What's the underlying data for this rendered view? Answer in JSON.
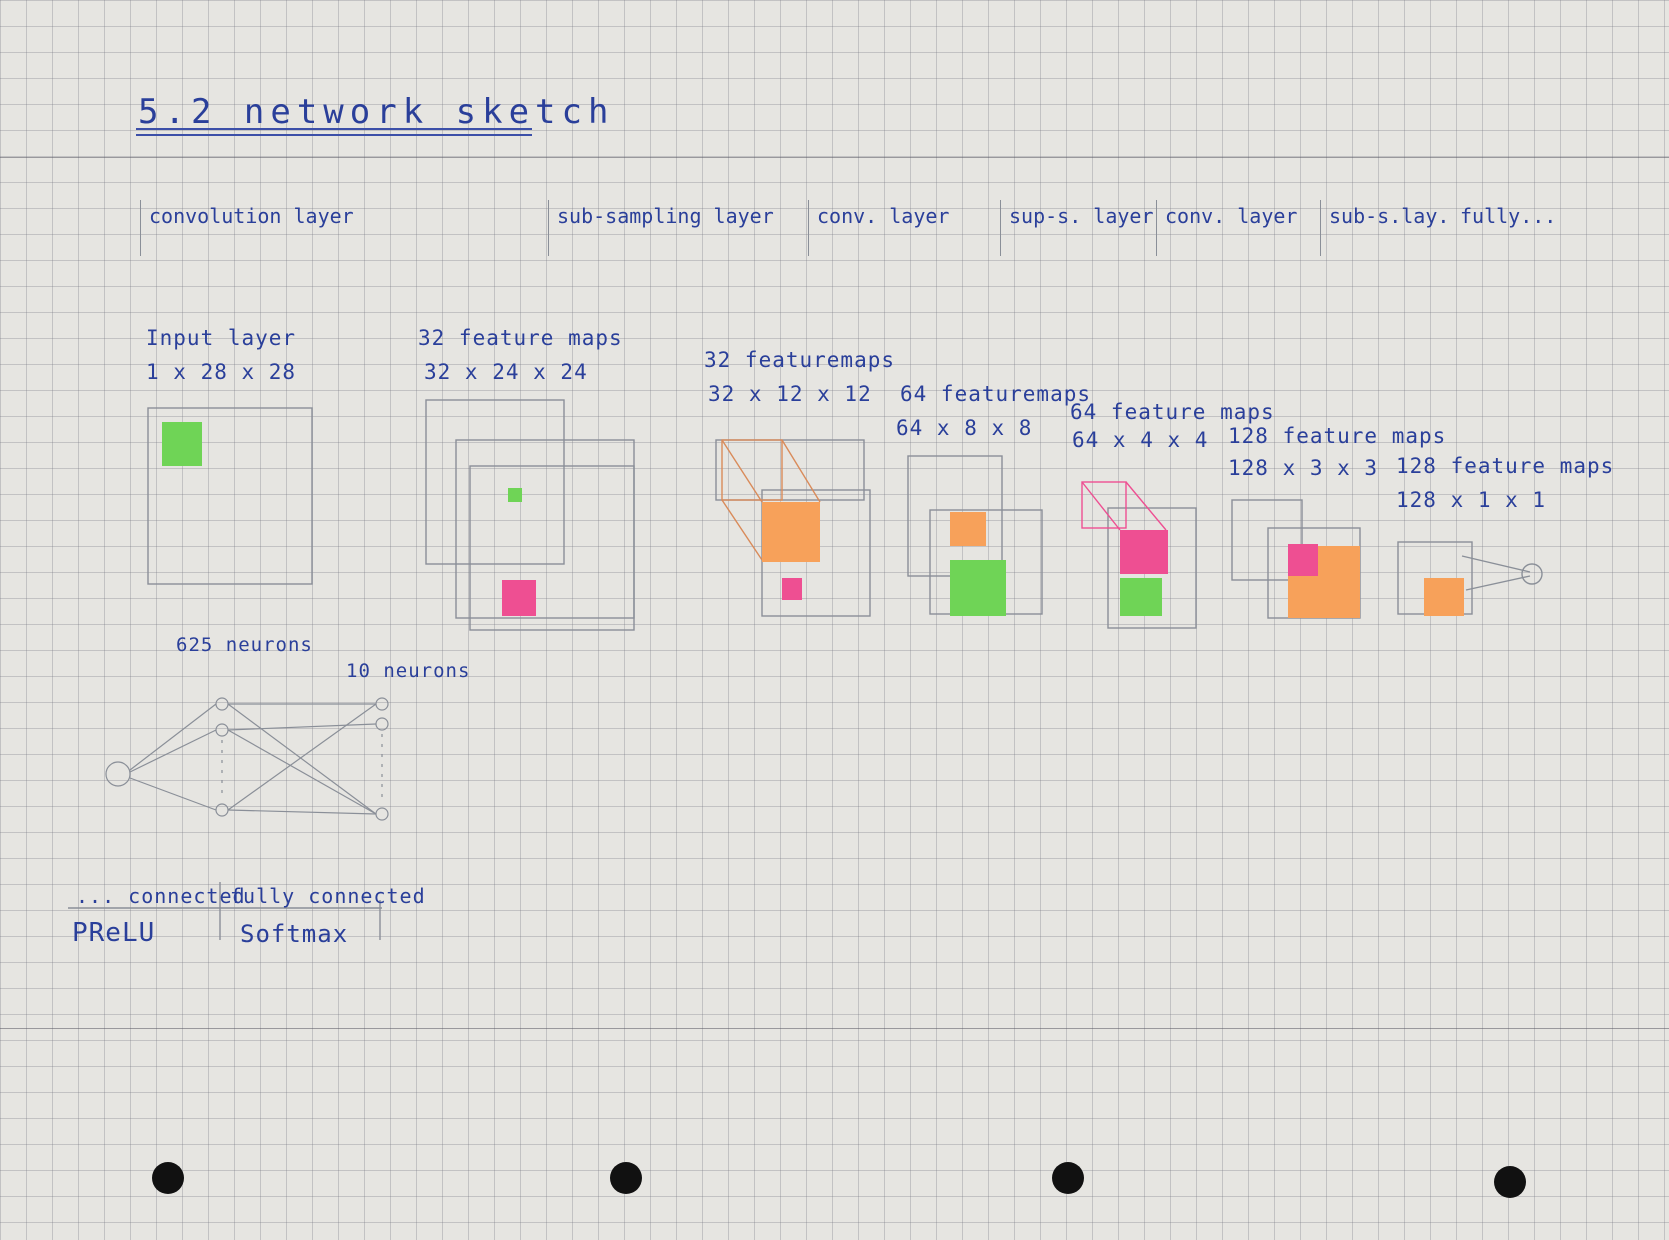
{
  "title": "5.2 network sketch",
  "headers": [
    {
      "text": "convolution layer"
    },
    {
      "text": "sub-sampling layer"
    },
    {
      "text": "conv. layer"
    },
    {
      "text": "sup-s. layer"
    },
    {
      "text": "conv. layer"
    },
    {
      "text": "sub-s.lay."
    },
    {
      "text": "fully..."
    }
  ],
  "layers": [
    {
      "name": "Input layer",
      "dims": "1 x 28 x 28"
    },
    {
      "name": "32 feature maps",
      "dims": "32 x 24 x 24"
    },
    {
      "name": "32 featuremaps",
      "dims": "32 x 12 x 12"
    },
    {
      "name": "64 featuremaps",
      "dims": "64 x 8 x 8"
    },
    {
      "name": "64 feature maps",
      "dims": "64 x 4 x 4"
    },
    {
      "name": "128 feature maps",
      "dims": "128 x 3 x 3"
    },
    {
      "name": "128 feature maps",
      "dims": "128 x 1 x 1"
    }
  ],
  "fc": {
    "neurons_a": "625 neurons",
    "neurons_b": "10 neurons"
  },
  "footer": {
    "col1_title": "... connected",
    "col2_title": "fully connected",
    "col1_activation": "PReLU",
    "col2_activation": "Softmax"
  },
  "colors": {
    "ink": "#2a3f9a",
    "green": "#6fd456",
    "pink": "#ee4f92",
    "orange": "#f7a15a",
    "pencil": "#8a8f98"
  }
}
